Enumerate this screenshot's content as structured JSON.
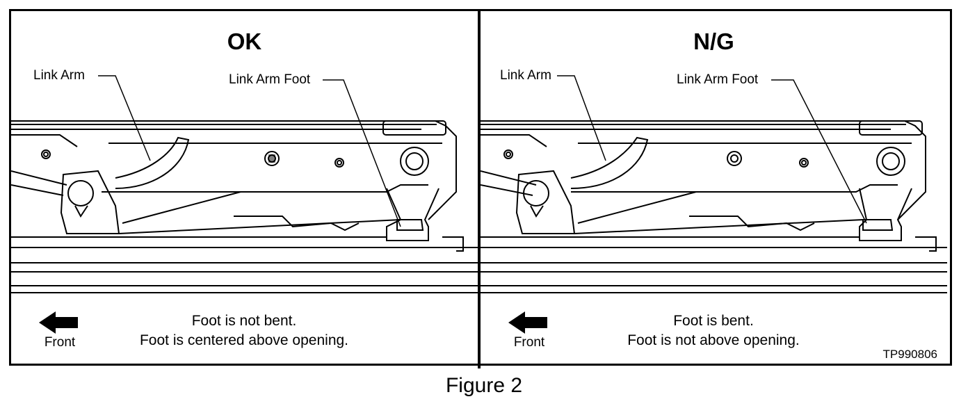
{
  "panels": [
    {
      "heading": "OK",
      "link_arm_label": "Link Arm",
      "link_arm_foot_label": "Link Arm Foot",
      "description_line1": "Foot is not bent.",
      "description_line2": "Foot is centered above opening.",
      "front_label": "Front"
    },
    {
      "heading": "N/G",
      "link_arm_label": "Link Arm",
      "link_arm_foot_label": "Link Arm Foot",
      "description_line1": "Foot is bent.",
      "description_line2": "Foot is not above opening.",
      "front_label": "Front",
      "code": "TP990806"
    }
  ],
  "caption": "Figure 2"
}
